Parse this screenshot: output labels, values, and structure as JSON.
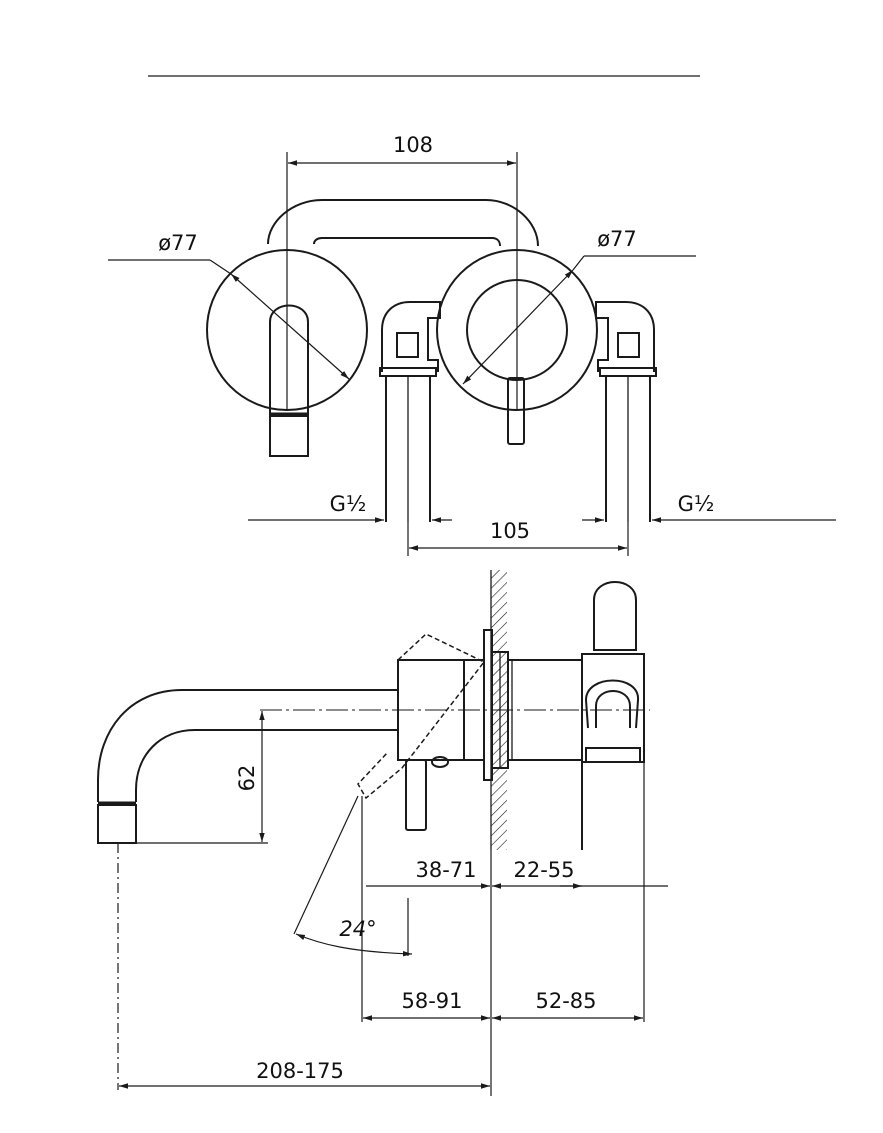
{
  "front_view": {
    "width_108": "108",
    "dia_left": "ø77",
    "dia_right": "ø77",
    "thread_left": "G½",
    "thread_right": "G½",
    "spacing_105": "105"
  },
  "side_view": {
    "height_62": "62",
    "depth_38_71": "38-71",
    "depth_22_55": "22-55",
    "angle_24": "24°",
    "depth_58_91": "58-91",
    "depth_52_85": "52-85",
    "reach_208_175": "208-175"
  }
}
